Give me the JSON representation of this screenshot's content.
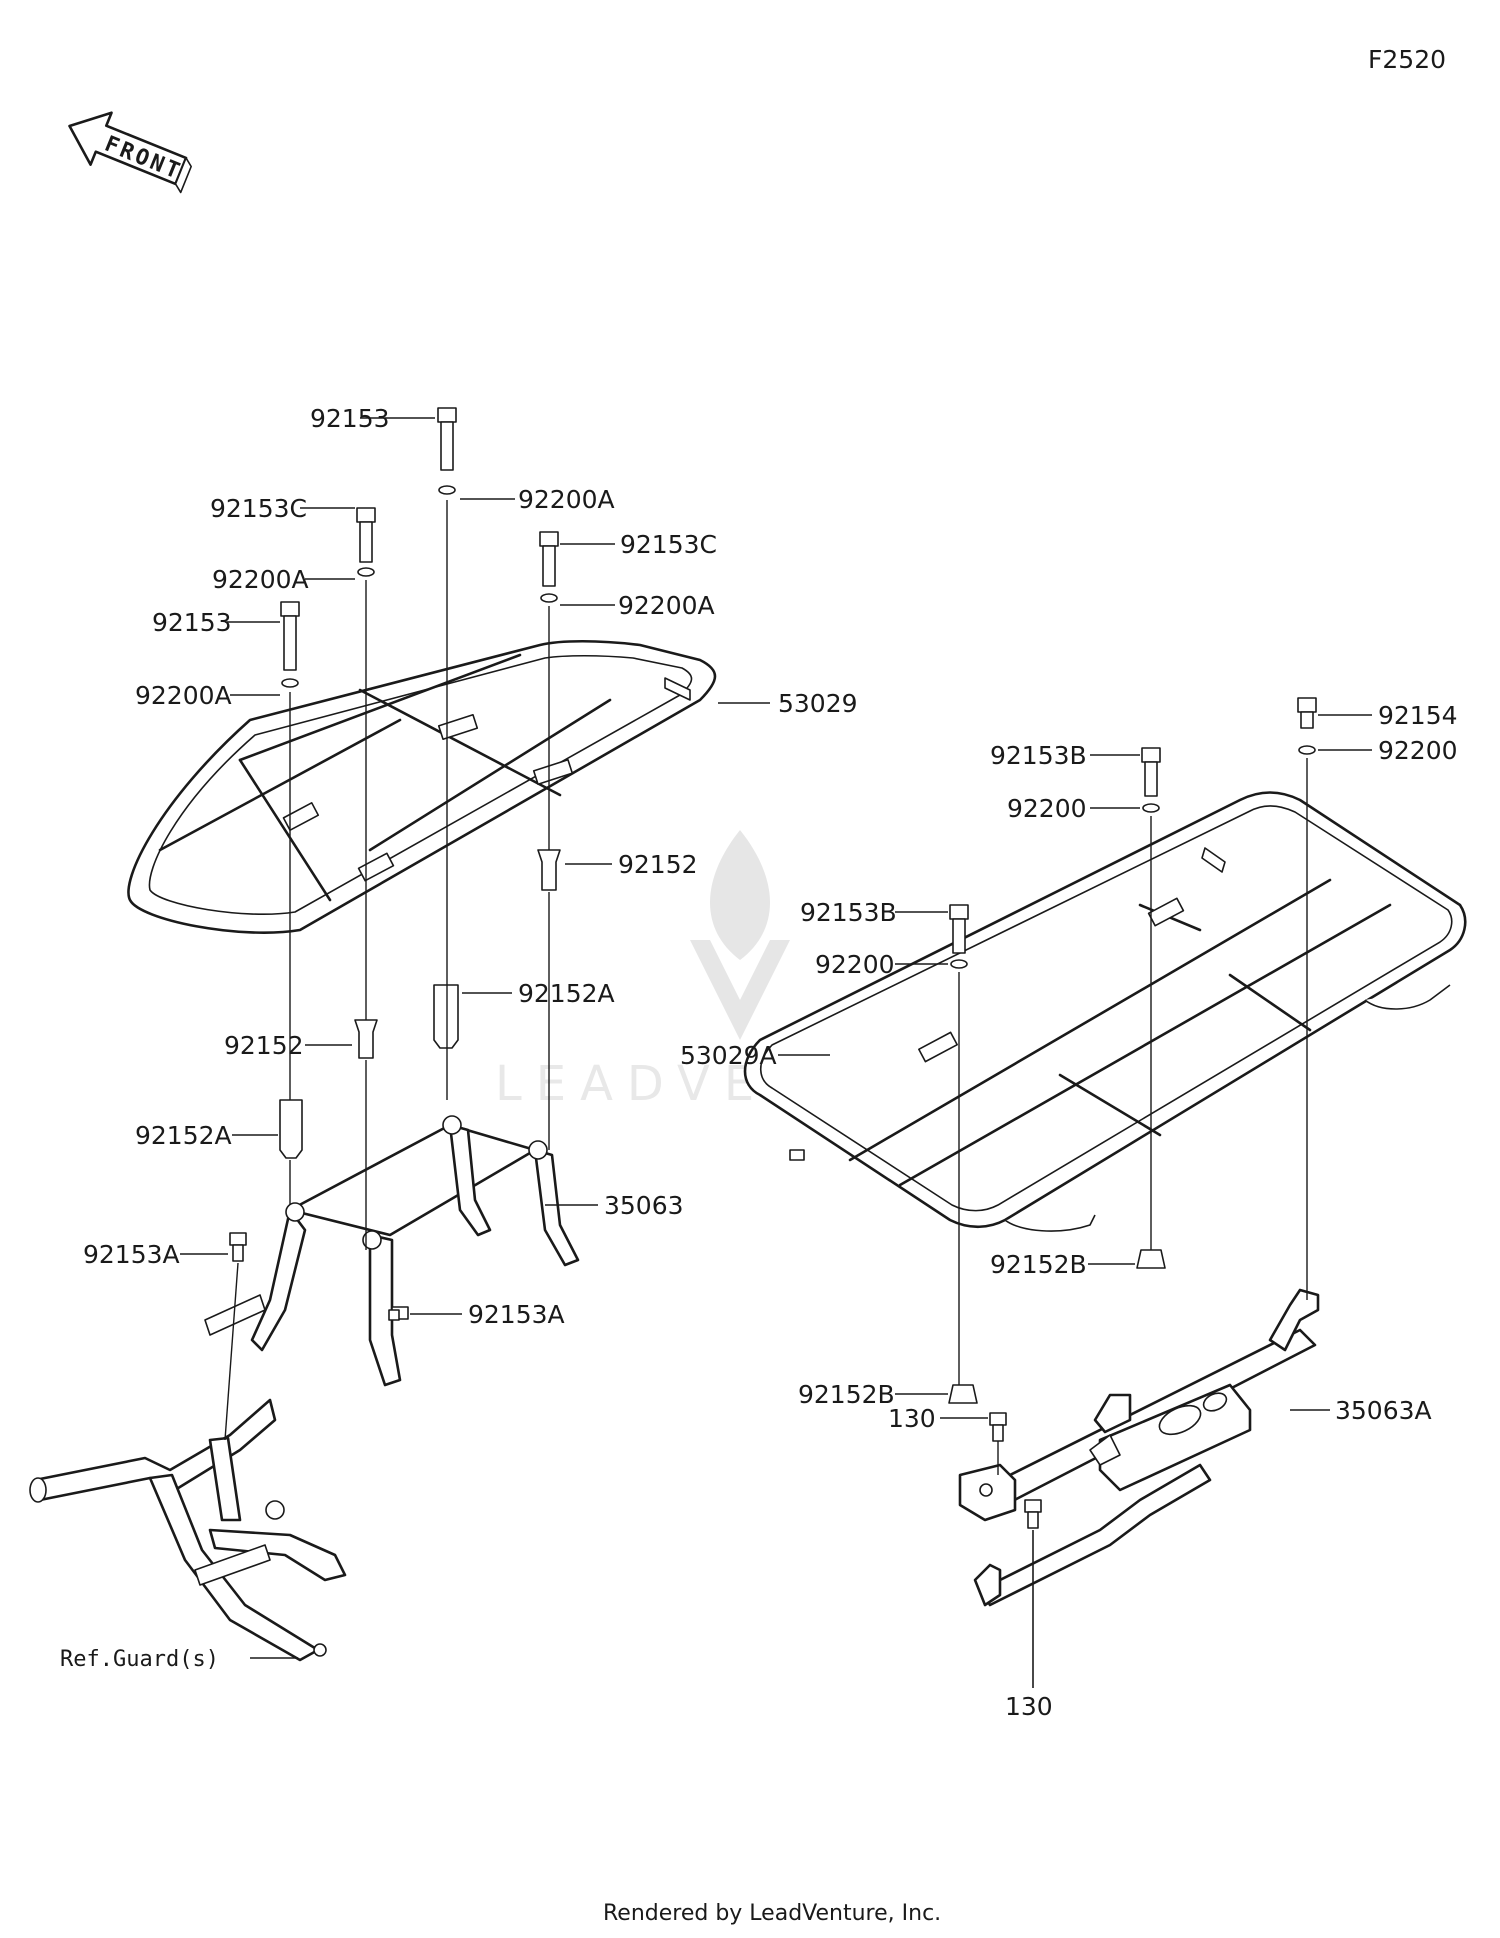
{
  "diagram": {
    "figure_code": "F2520",
    "front_arrow_text": "FRONT",
    "footer": "Rendered by LeadVenture, Inc.",
    "watermark_text": "LEADVENTURE",
    "colors": {
      "line": "#1a1a1a",
      "background": "#ffffff",
      "watermark": "#e6e6e6"
    },
    "callouts": {
      "c1": "92153",
      "c2": "92200A",
      "c3": "92153C",
      "c4": "92200A",
      "c5": "92153C",
      "c6": "92200A",
      "c7": "92153",
      "c8": "92200A",
      "c9": "53029",
      "c10": "92152",
      "c11": "92152A",
      "c12": "92152",
      "c13": "92152A",
      "c14": "35063",
      "c15": "92153A",
      "c16": "92153A",
      "c17": "Ref.Guard(s)",
      "c18": "92154",
      "c19": "92200",
      "c20": "92153B",
      "c21": "92200",
      "c22": "92153B",
      "c23": "92200",
      "c24": "53029A",
      "c25": "92152B",
      "c26": "92152B",
      "c27": "130",
      "c28": "35063A",
      "c29": "130"
    }
  }
}
